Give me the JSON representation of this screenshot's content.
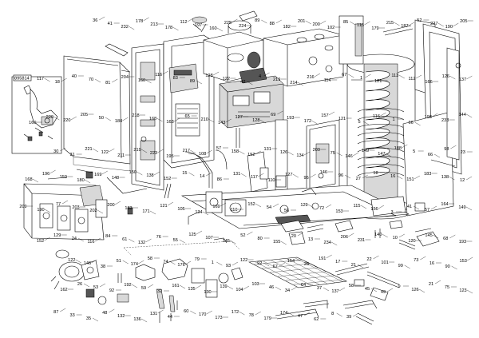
{
  "diagram": {
    "inset_label": "895814",
    "callouts": [
      "36",
      "41",
      "232",
      "178",
      "213",
      "178",
      "112",
      "197",
      "160",
      "225",
      "224",
      "89",
      "88",
      "182",
      "201",
      "200",
      "102",
      "85",
      "115",
      "179",
      "215",
      "187",
      "52",
      "227",
      "190",
      "205",
      "117",
      "18",
      "40",
      "70",
      "81",
      "204",
      "160",
      "116",
      "83",
      "89",
      "128",
      "122",
      "42",
      "4",
      "219",
      "214",
      "216",
      "114",
      "67",
      "1",
      "121",
      "113",
      "112",
      "166",
      "126",
      "137",
      "160",
      "220",
      "220",
      "205",
      "50",
      "184",
      "218",
      "168",
      "163",
      "65",
      "210",
      "143",
      "127",
      "128",
      "69",
      "193",
      "172",
      "157",
      "121",
      "5",
      "116",
      "1",
      "66",
      "198",
      "233",
      "144",
      "30",
      "31",
      "221",
      "122",
      "211",
      "219",
      "223",
      "195",
      "217",
      "108",
      "57",
      "158",
      "152",
      "131",
      "126",
      "134",
      "209",
      "75",
      "146",
      "149",
      "147",
      "188",
      "5",
      "66",
      "98",
      "23",
      "168",
      "196",
      "159",
      "180",
      "169",
      "148",
      "150",
      "138",
      "152",
      "15",
      "14",
      "86",
      "131",
      "117",
      "110",
      "127",
      "95",
      "146",
      "96",
      "27",
      "18",
      "16",
      "151",
      "183",
      "138",
      "12",
      "209",
      "190",
      "77",
      "203",
      "202",
      "200",
      "183",
      "171",
      "121",
      "105",
      "134",
      "169",
      "110",
      "152",
      "54",
      "56",
      "129",
      "72",
      "153",
      "115",
      "156",
      "3",
      "41",
      "57",
      "164",
      "149",
      "152",
      "129",
      "24",
      "116",
      "84",
      "61",
      "132",
      "76",
      "55",
      "125",
      "107",
      "145",
      "52",
      "80",
      "155",
      "20",
      "13",
      "234",
      "206",
      "231",
      "140",
      "10",
      "120",
      "145",
      "68",
      "193",
      "122",
      "146",
      "38",
      "51",
      "174",
      "58",
      "74",
      "176",
      "79",
      "1",
      "93",
      "122",
      "92",
      "67",
      "154",
      "25",
      "191",
      "17",
      "21",
      "22",
      "101",
      "99",
      "73",
      "16",
      "90",
      "153",
      "162",
      "26",
      "53",
      "92",
      "192",
      "59",
      "32",
      "161",
      "135",
      "130",
      "139",
      "104",
      "103",
      "46",
      "34",
      "64",
      "37",
      "137",
      "58",
      "45",
      "49",
      "9",
      "126",
      "21",
      "75",
      "123",
      "87",
      "33",
      "35",
      "48",
      "132",
      "136",
      "131",
      "44",
      "60",
      "170",
      "173",
      "172",
      "78",
      "179",
      "174",
      "47",
      "62",
      "8",
      "39"
    ]
  }
}
